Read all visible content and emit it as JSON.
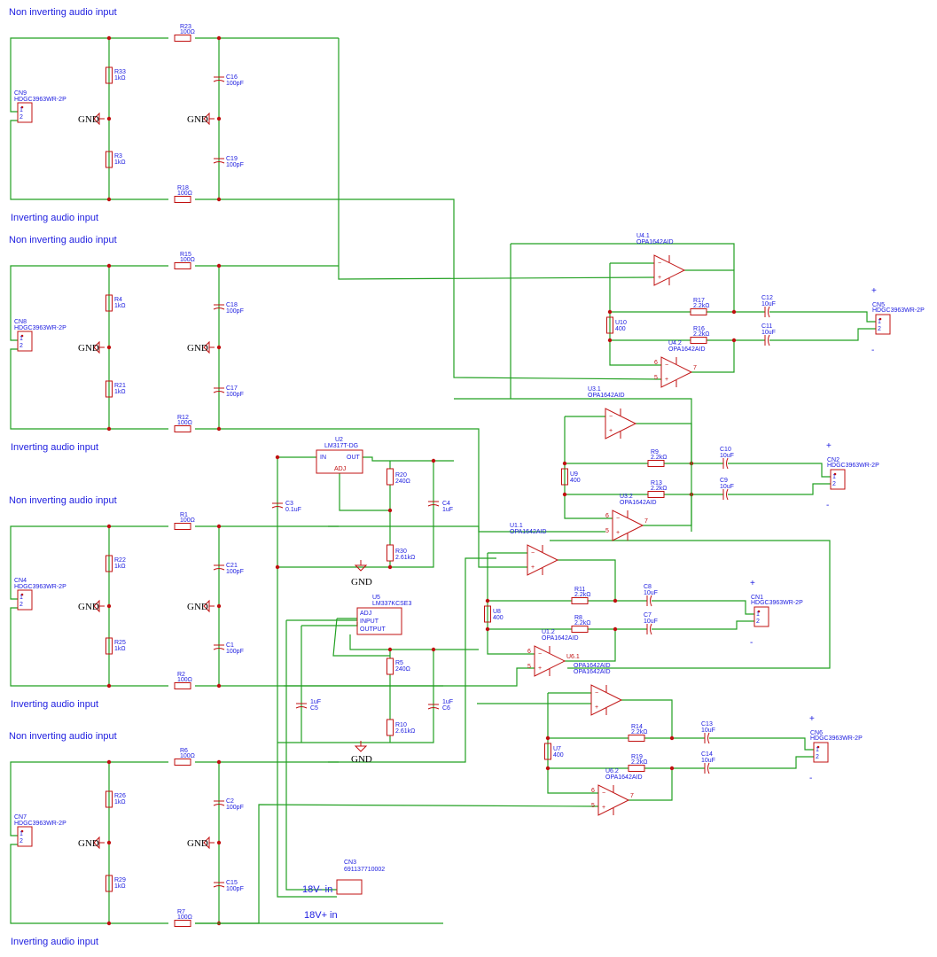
{
  "inputs": [
    {
      "top": "Non inverting audio input",
      "bottom": "Inverting audio input",
      "cn": "CN9",
      "cn_val": "HDGC3963WR-2P",
      "r_top": "R23",
      "r_top_val": "100Ω",
      "r_bot": "R18",
      "r_bot_val": "100Ω",
      "ra": "R33",
      "ra_val": "1kΩ",
      "rb": "R3",
      "rb_val": "1kΩ",
      "ca": "C16",
      "ca_val": "100pF",
      "cb": "C19",
      "cb_val": "100pF"
    },
    {
      "top": "Non inverting audio input",
      "bottom": "Inverting audio input",
      "cn": "CN8",
      "cn_val": "HDGC3963WR-2P",
      "r_top": "R15",
      "r_top_val": "100Ω",
      "r_bot": "R12",
      "r_bot_val": "100Ω",
      "ra": "R4",
      "ra_val": "1kΩ",
      "rb": "R21",
      "rb_val": "1kΩ",
      "ca": "C18",
      "ca_val": "100pF",
      "cb": "C17",
      "cb_val": "100pF"
    },
    {
      "top": "Non inverting audio input",
      "bottom": "Inverting audio input",
      "cn": "CN4",
      "cn_val": "HDGC3963WR-2P",
      "r_top": "R1",
      "r_top_val": "100Ω",
      "r_bot": "R2",
      "r_bot_val": "100Ω",
      "ra": "R22",
      "ra_val": "1kΩ",
      "rb": "R25",
      "rb_val": "1kΩ",
      "ca": "C21",
      "ca_val": "100pF",
      "cb": "C1",
      "cb_val": "100pF"
    },
    {
      "top": "Non inverting audio input",
      "bottom": "Inverting audio input",
      "cn": "CN7",
      "cn_val": "HDGC3963WR-2P",
      "r_top": "R6",
      "r_top_val": "100Ω",
      "r_bot": "R7",
      "r_bot_val": "100Ω",
      "ra": "R26",
      "ra_val": "1kΩ",
      "rb": "R29",
      "rb_val": "1kΩ",
      "ca": "C2",
      "ca_val": "100pF",
      "cb": "C15",
      "cb_val": "100pF"
    }
  ],
  "gnd": "GND",
  "outputs": [
    {
      "u_a": "U4.1",
      "u_b": "U4.2",
      "u_val": "OPA1642AID",
      "ru": "U10",
      "ru_val": "400",
      "r1": "R17",
      "r1_val": "2.2kΩ",
      "r2": "R16",
      "r2_val": "2.2kΩ",
      "c1": "C12",
      "c1_val": "10uF",
      "c2": "C11",
      "c2_val": "10uF",
      "cn": "CN5",
      "cn_val": "HDGC3963WR-2P",
      "pin_a": "6",
      "pin_b": "5",
      "pin_out": "7"
    },
    {
      "u_a": "U3.1",
      "u_b": "U3.2",
      "u_val": "OPA1642AID",
      "ru": "U9",
      "ru_val": "400",
      "r1": "R9",
      "r1_val": "2.2kΩ",
      "r2": "R13",
      "r2_val": "2.2kΩ",
      "c1": "C10",
      "c1_val": "10uF",
      "c2": "C9",
      "c2_val": "10uF",
      "cn": "CN2",
      "cn_val": "HDGC3963WR-2P",
      "pin_a": "6",
      "pin_b": "5",
      "pin_out": "7"
    },
    {
      "u_a": "U1.1",
      "u_b": "U1.2",
      "u_val": "OPA1642AID",
      "ru": "U8",
      "ru_val": "400",
      "r1": "R11",
      "r1_val": "2.2kΩ",
      "r2": "R8",
      "r2_val": "2.2kΩ",
      "c1": "C8",
      "c1_val": "10uF",
      "c2": "C7",
      "c2_val": "10uF",
      "cn": "CN1",
      "cn_val": "HDGC3963WR-2P",
      "pin_a": "6",
      "pin_b": "5",
      "pin_out": "U6.1"
    },
    {
      "u_a": "OPA1642AID",
      "u_b": "U6.2",
      "u_val": "OPA1642AID",
      "ru": "U7",
      "ru_val": "400",
      "r1": "R14",
      "r1_val": "2.2kΩ",
      "r2": "R19",
      "r2_val": "2.2kΩ",
      "c1": "C13",
      "c1_val": "10uF",
      "c2": "C14",
      "c2_val": "10uF",
      "cn": "CN6",
      "cn_val": "HDGC3963WR-2P",
      "pin_a": "6",
      "pin_b": "5",
      "pin_out": "7"
    }
  ],
  "power": {
    "u2": "U2",
    "u2_val": "LM317T-DG",
    "u2_in": "IN",
    "u2_out": "OUT",
    "u2_adj": "ADJ",
    "u5": "U5",
    "u5_val": "LM337KCSE3",
    "u5_adj": "ADJ",
    "u5_in": "INPUT",
    "u5_out": "OUTPUT",
    "r20": "R20",
    "r20_val": "240Ω",
    "r30": "R30",
    "r30_val": "2.61kΩ",
    "r5": "R5",
    "r5_val": "240Ω",
    "r10": "R10",
    "r10_val": "2.61kΩ",
    "c3": "C3",
    "c3_val": "0.1uF",
    "c4": "C4",
    "c4_val": "1uF",
    "c5": "C5",
    "c5_val": "1uF",
    "c6": "C6",
    "c6_val": "1uF",
    "cn3": "CN3",
    "cn3_val": "691137710002",
    "v_neg": "18V- in",
    "v_pos": "18V+ in"
  },
  "plus": "+",
  "minus": "-"
}
